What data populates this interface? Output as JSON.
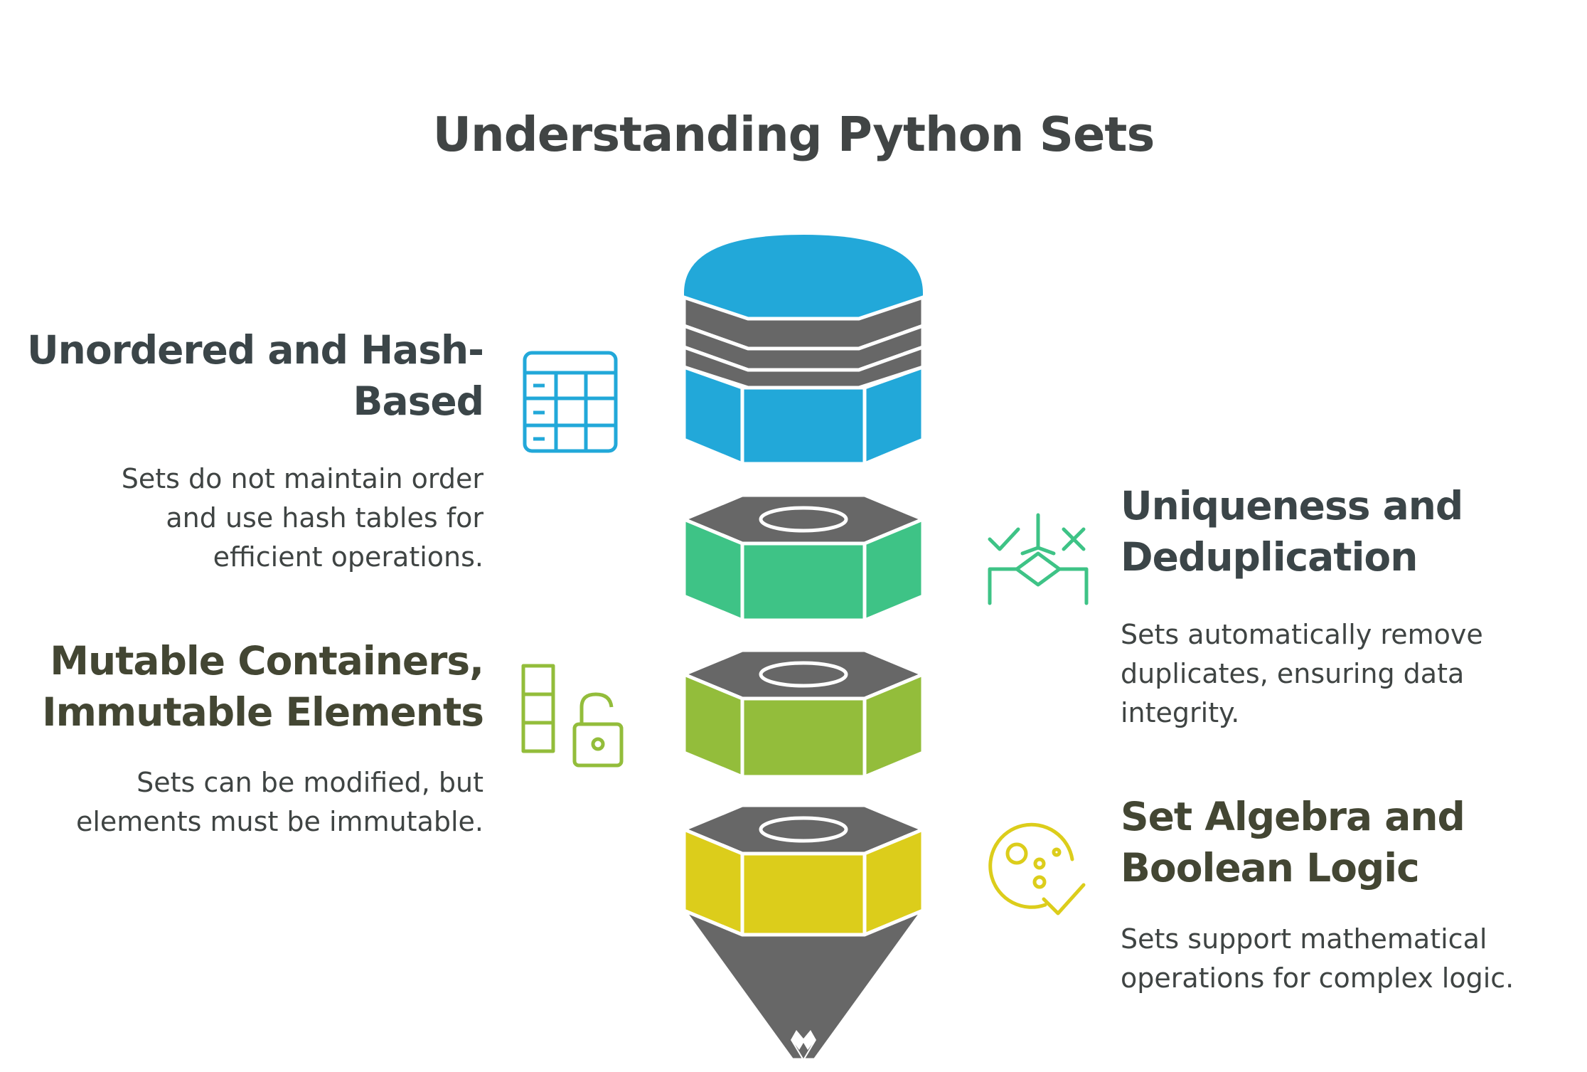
{
  "title": "Understanding Python Sets",
  "colors": {
    "gray": "#676767",
    "blue": "#22a8d9",
    "green": "#3ec386",
    "lime": "#93bd3b",
    "yellow": "#dccd1b",
    "heading_dark": "#3b4548",
    "heading_olive": "#434633"
  },
  "items": [
    {
      "heading_lines": [
        "Unordered and Hash-",
        "Based"
      ],
      "description_lines": [
        "Sets do not maintain order",
        "and use hash tables for",
        "efficient operations."
      ],
      "icon": "table-grid-icon",
      "color": "#22a8d9"
    },
    {
      "heading_lines": [
        "Uniqueness and",
        "Deduplication"
      ],
      "description_lines": [
        "Sets automatically remove",
        "duplicates, ensuring data",
        "integrity."
      ],
      "icon": "check-cross-decision-icon",
      "color": "#3ec386"
    },
    {
      "heading_lines": [
        "Mutable Containers,",
        "Immutable Elements"
      ],
      "description_lines": [
        "Sets can be modified, but",
        "elements must be immutable."
      ],
      "icon": "unlocked-padlock-icon",
      "color": "#93bd3b"
    },
    {
      "heading_lines": [
        "Set Algebra and",
        "Boolean Logic"
      ],
      "description_lines": [
        "Sets support mathematical",
        "operations for complex logic."
      ],
      "icon": "logic-circle-check-icon",
      "color": "#dccd1b"
    }
  ]
}
